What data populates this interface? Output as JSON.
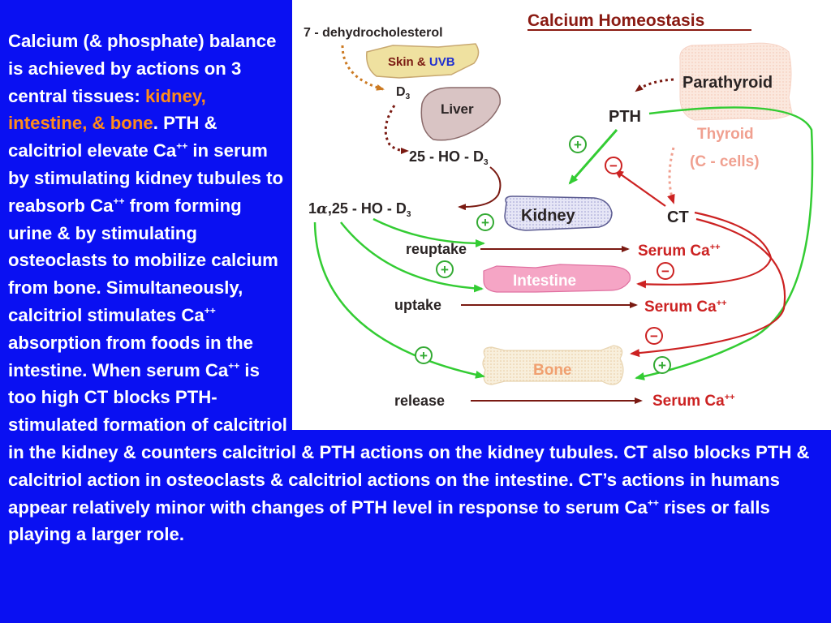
{
  "text": {
    "p1": "Calcium (& phosphate) balance is achieved by actions on 3 central tissues: ",
    "tissues": "kidney, intestine, & bone",
    "p2": ".  PTH & calcitriol elevate Ca",
    "s1": "++",
    "p3": " in serum by stimulating kidney tubules to reabsorb Ca",
    "s2": "++",
    "p4": " from forming urine & by stimulating osteoclasts to mobilize calcium from bone.  Simultaneously, calcitriol stimulates Ca",
    "s3": "++",
    "p5": " absorption from foods in the intestine.  When serum Ca",
    "s4": "++",
    "p6": " is too high CT blocks PTH-stimulated formation of calcitriol in the kidney & counters calcitriol & PTH actions on the kidney tubules.  CT also blocks PTH & calcitriol action in osteoclasts & calcitriol actions on the intestine.  CT’s actions in humans appear relatively minor with changes of PTH level in response to serum Ca",
    "s5": "++",
    "p7": " rises or falls playing a larger role."
  },
  "diagram": {
    "title": "Calcium Homeostasis",
    "precursor": "7 - dehydrocholesterol",
    "skin": "Skin & ",
    "uvb": "UVB",
    "d3_main": "D",
    "d3_sub": "3",
    "liver": "Liver",
    "hod3_main": "25 - HO - D",
    "hod3_sub": "3",
    "calcitriol_1": "1",
    "calcitriol_alpha": "α",
    "calcitriol_main": ",25 - HO - D",
    "calcitriol_sub": "3",
    "parathyroid": "Parathyroid",
    "pth": "PTH",
    "thyroid": "Thyroid",
    "c_cells": "(C - cells)",
    "kidney": "Kidney",
    "ct": "CT",
    "reuptake": "reuptake",
    "intestine": "Intestine",
    "uptake": "uptake",
    "bone": "Bone",
    "release": "release",
    "serum_ca": "Serum Ca",
    "serum_sup": "++",
    "plus": "+",
    "minus": "−",
    "colors": {
      "background": "#0a10f2",
      "highlight": "#ff8c1a",
      "diagram_text": "#2a2424",
      "maroon_arrow": "#7a1a12",
      "green_arrow": "#33cc33",
      "red_arrow": "#cc2222",
      "orange_dots": "#cc7a22",
      "parathyroid_fill": "#fde6dc",
      "thyroid_text": "#f0a090",
      "kidney_fill": "#d8d8ef",
      "intestine_fill": "#f5a5c5",
      "bone_fill": "#f4e8cf",
      "liver_fill": "#d9c4c4",
      "skin_fill": "#efe1a0"
    }
  }
}
